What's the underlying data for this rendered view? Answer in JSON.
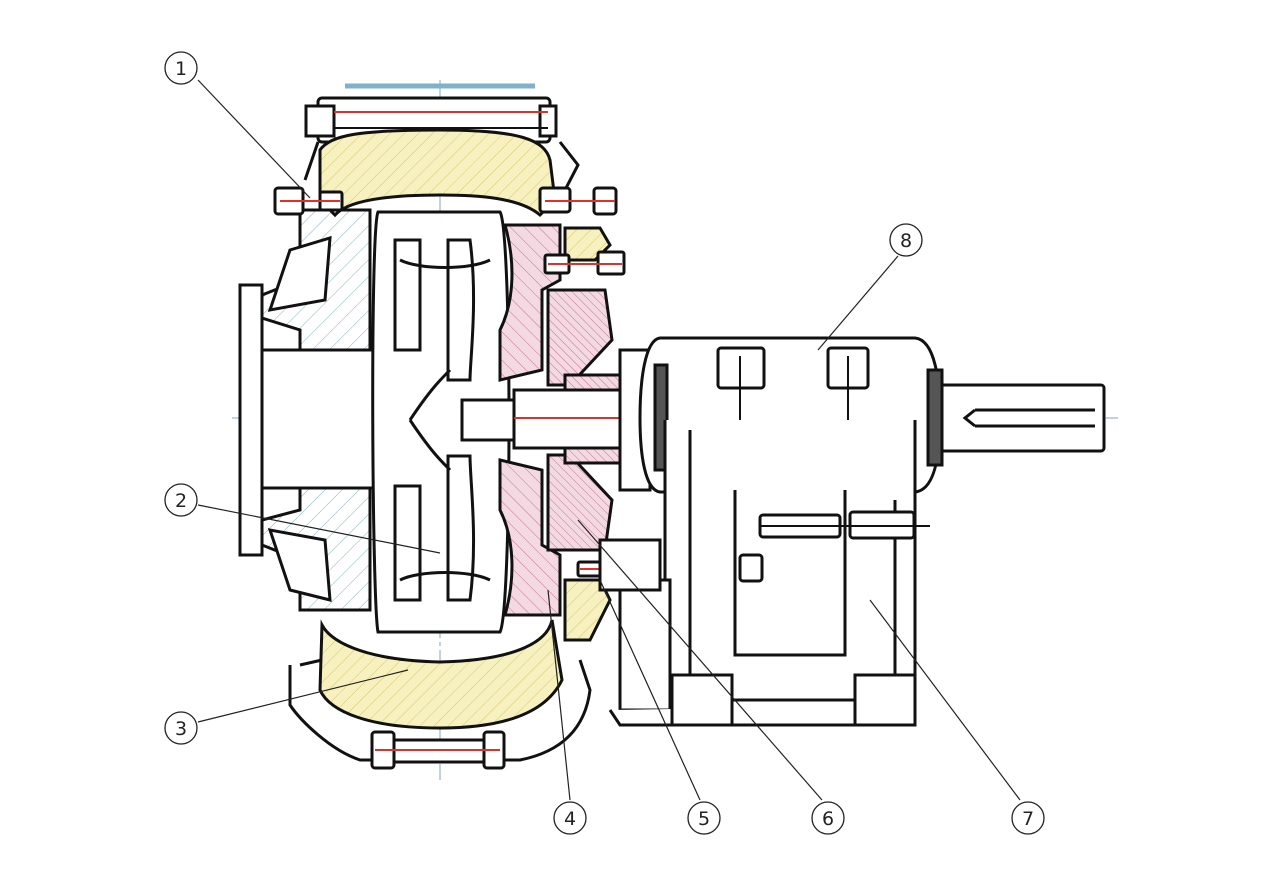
{
  "callouts": [
    {
      "id": "1",
      "label": "1"
    },
    {
      "id": "2",
      "label": "2"
    },
    {
      "id": "3",
      "label": "3"
    },
    {
      "id": "4",
      "label": "4"
    },
    {
      "id": "5",
      "label": "5"
    },
    {
      "id": "6",
      "label": "6"
    },
    {
      "id": "7",
      "label": "7"
    },
    {
      "id": "8",
      "label": "8"
    }
  ],
  "colors": {
    "outline": "#111111",
    "frame_hatch": "#7fb2c8",
    "liner_fill": "#f6f1bf",
    "liner_hatch": "#d8c66a",
    "impeller_side_fill": "#f3d9e2",
    "impeller_side_hatch": "#c9738f",
    "bolt_red": "#e0302a",
    "centerline": "#7fa9b8"
  }
}
